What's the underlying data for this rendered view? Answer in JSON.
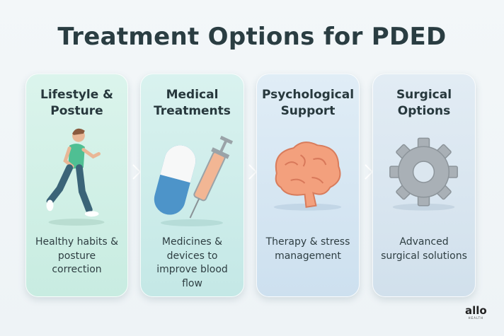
{
  "title": "Treatment Options for PDED",
  "cards": [
    {
      "title_line1": "Lifestyle &",
      "title_line2": "Posture",
      "description": "Healthy habits & posture correction",
      "icon": "running-man-icon",
      "bg": "#d6f1e8"
    },
    {
      "title_line1": "Medical",
      "title_line2": "Treatments",
      "description": "Medicines & devices to improve blood flow",
      "icon": "pill-and-syringe-icon",
      "bg": "#d3eeec"
    },
    {
      "title_line1": "Psychological",
      "title_line2": "Support",
      "description": "Therapy & stress management",
      "icon": "brain-icon",
      "bg": "#dbe9f4"
    },
    {
      "title_line1": "Surgical",
      "title_line2": "Options",
      "description": "Advanced surgical solutions",
      "icon": "gear-icon",
      "bg": "#dde8f1"
    }
  ],
  "logo": {
    "text": "allo",
    "sub": "HEALTH"
  }
}
